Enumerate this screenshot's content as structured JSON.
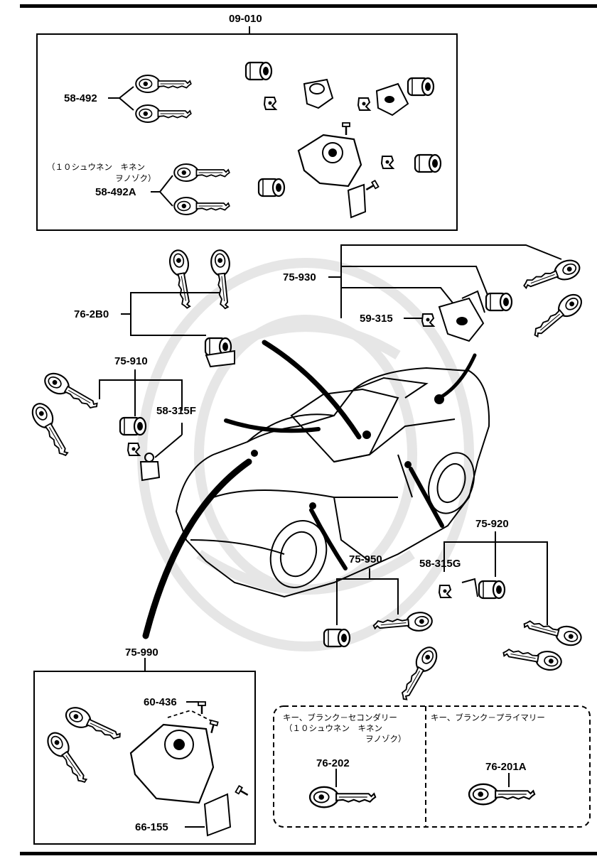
{
  "labels": {
    "kit_09_010": "09-010",
    "p58_492": "58-492",
    "p58_492a": "58-492A",
    "p76_2b0": "76-2B0",
    "p75_930": "75-930",
    "p59_315": "59-315",
    "p75_910": "75-910",
    "p58_315f": "58-315F",
    "p75_920": "75-920",
    "p58_315g": "58-315G",
    "p75_950": "75-950",
    "p75_990": "75-990",
    "p60_436": "60-436",
    "p66_155": "66-155",
    "p76_202": "76-202",
    "p76_201a": "76-201A"
  },
  "notes": {
    "kit_note_line1": "（１０シュウネン　キネン",
    "kit_note_line2": "ヲノゾク）",
    "secondary_line1": "キー、ブランク－セコンダリー",
    "secondary_line2": "（１０シュウネン　キネン",
    "secondary_line3": "ヲノゾク）",
    "primary_line1": "キー、ブランク－プライマリー"
  }
}
